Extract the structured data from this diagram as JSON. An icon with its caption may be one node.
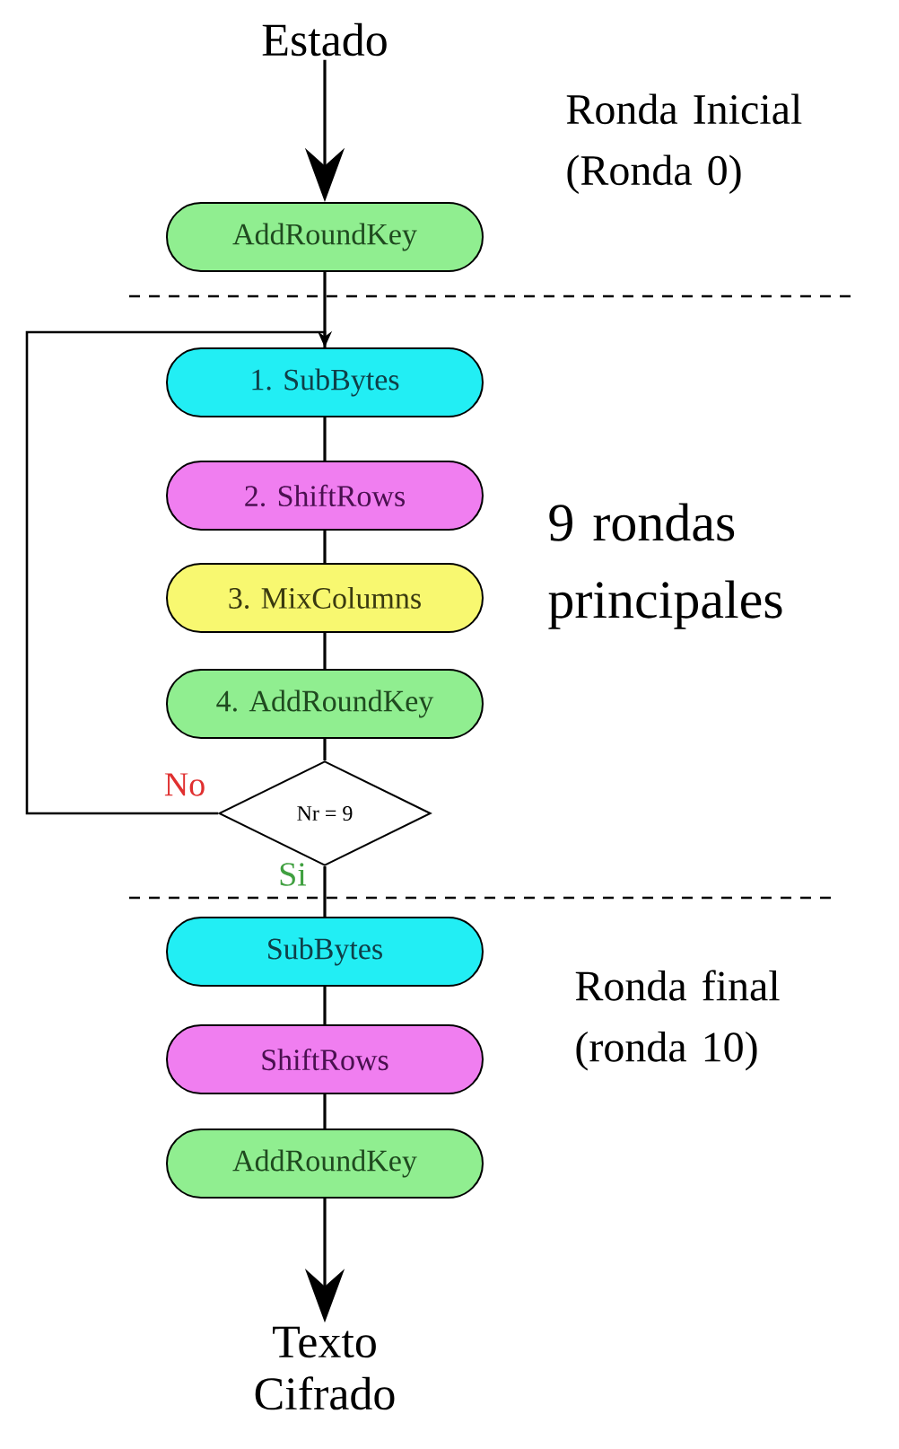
{
  "diagram": {
    "nodes": [
      {
        "text": [
          "Estado"
        ]
      },
      {
        "text": [
          "AddRoundKey"
        ]
      },
      {
        "text": [
          "1. SubBytes"
        ]
      },
      {
        "text": [
          "2. ShiftRows"
        ]
      },
      {
        "text": [
          "3. MixColumns"
        ]
      },
      {
        "text": [
          "4. AddRoundKey"
        ]
      },
      {
        "text": [
          "Nr = 9"
        ]
      },
      {
        "text": [
          "SubBytes"
        ]
      },
      {
        "text": [
          "ShiftRows"
        ]
      },
      {
        "text": [
          "AddRoundKey"
        ]
      },
      {
        "text": [
          "Texto Cifrado"
        ]
      }
    ],
    "edges": [
      {
        "from": 0,
        "to": 1,
        "arrow": "to"
      },
      {
        "from": 1,
        "to": 2,
        "arrow": "none"
      },
      {
        "from": 2,
        "to": 3,
        "arrow": "none"
      },
      {
        "from": 3,
        "to": 4,
        "arrow": "none"
      },
      {
        "from": 4,
        "to": 5,
        "arrow": "none"
      },
      {
        "from": 5,
        "to": 6,
        "arrow": "none"
      },
      {
        "from": 6,
        "to": 2,
        "arrow": "to",
        "label": "No"
      },
      {
        "from": 6,
        "to": 7,
        "arrow": "none",
        "label": "Si"
      },
      {
        "from": 7,
        "to": 8,
        "arrow": "none"
      },
      {
        "from": 8,
        "to": 9,
        "arrow": "none"
      },
      {
        "from": 9,
        "to": 10,
        "arrow": "to"
      }
    ],
    "labels": [
      "Ronda Inicial (Ronda 0)",
      "9 rondas principales",
      "Ronda final (ronda 10)"
    ]
  }
}
